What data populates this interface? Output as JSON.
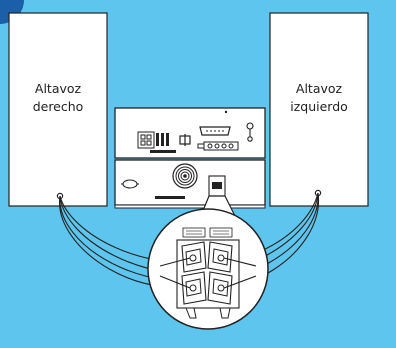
{
  "speakers": {
    "right": {
      "line1": "Altavoz",
      "line2": "derecho"
    },
    "left": {
      "line1": "Altavoz",
      "line2": "izquierdo"
    }
  },
  "colors": {
    "background": "#5ec6ee",
    "corner_badge": "#1a5fa8",
    "panel": "#ffffff",
    "stroke": "#222222"
  }
}
